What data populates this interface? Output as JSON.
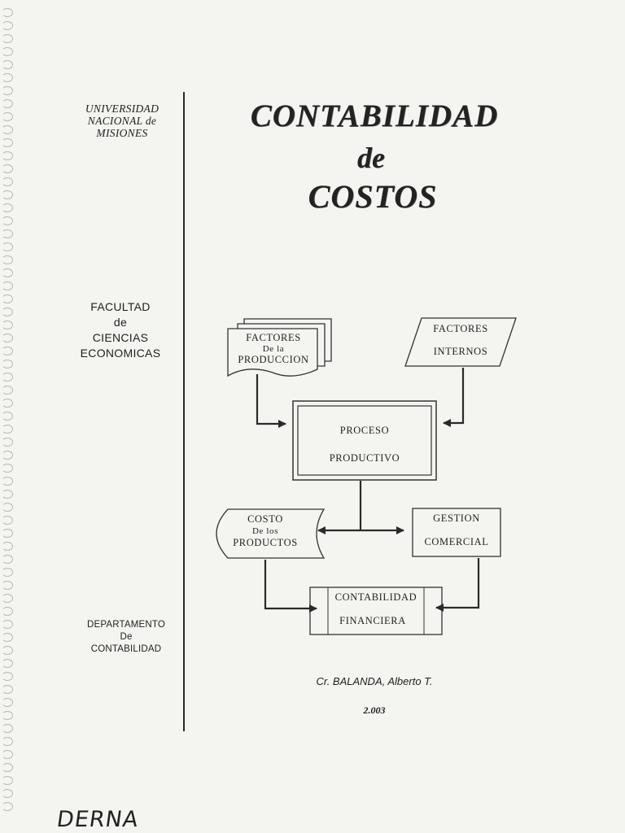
{
  "sidebar": {
    "university": [
      "UNIVERSIDAD",
      "NACIONAL de",
      "MISIONES"
    ],
    "faculty": [
      "FACULTAD",
      "de",
      "CIENCIAS",
      "ECONOMICAS"
    ],
    "department": [
      "DEPARTAMENTO",
      "De",
      "CONTABILIDAD"
    ]
  },
  "title": {
    "line1": "CONTABILIDAD",
    "line2": "de",
    "line3": "COSTOS"
  },
  "diagram": {
    "factores_produccion": [
      "FACTORES",
      "De la",
      "PRODUCCION"
    ],
    "factores_internos": [
      "FACTORES",
      "INTERNOS"
    ],
    "proceso_productivo": [
      "PROCESO",
      "PRODUCTIVO"
    ],
    "costo_productos": [
      "COSTO",
      "De los",
      "PRODUCTOS"
    ],
    "gestion_comercial": [
      "GESTION",
      "COMERCIAL"
    ],
    "contabilidad_financiera": [
      "CONTABILIDAD",
      "FINANCIERA"
    ]
  },
  "author": "Cr. BALANDA, Alberto T.",
  "year": "2.003",
  "handwriting": "DERNA"
}
